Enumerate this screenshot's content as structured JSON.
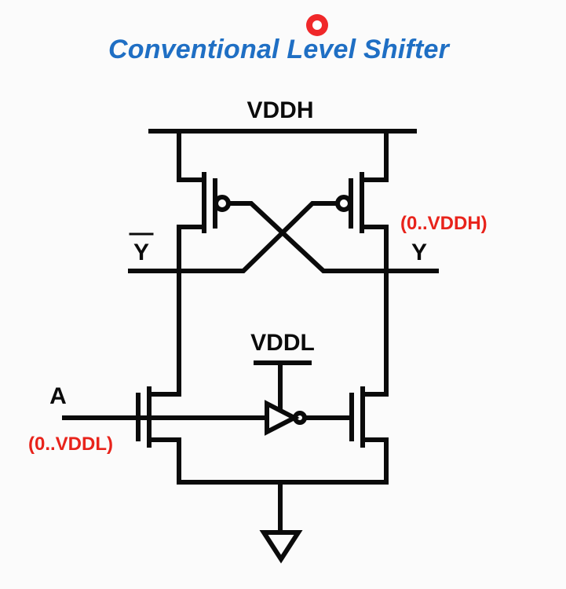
{
  "title": "Conventional Level Shifter",
  "labels": {
    "vddh": "VDDH",
    "vddl": "VDDL",
    "y": "Y",
    "ybar": "Y",
    "a": "A",
    "range_high": "(0..VDDH)",
    "range_low": "(0..VDDL)"
  },
  "colors": {
    "title": "#1f6fc4",
    "range": "#e8231b",
    "wire": "#0b0b0b",
    "cursor": "#f0282a"
  }
}
